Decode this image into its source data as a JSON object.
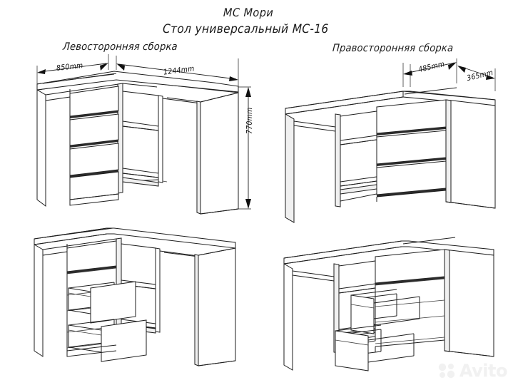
{
  "header": {
    "brand": "MC Мори",
    "product": "Стол универсальный МС-16"
  },
  "variants": {
    "left": "Левосторонняя сборка",
    "right": "Правосторонняя сборка"
  },
  "dimensions": {
    "left_view": {
      "width_side": "850mm",
      "width_main": "1244mm",
      "height": "770mm"
    },
    "right_view": {
      "depth_top": "485mm",
      "depth_side": "365mm"
    }
  },
  "watermark": {
    "text": "Avito",
    "color": "#f1f1f1"
  },
  "drawing": {
    "line_color": "#1d1d1d",
    "background": "#ffffff",
    "views": [
      {
        "id": "top-left",
        "caption": "Левосторонняя сборка",
        "state": "closed-drawers"
      },
      {
        "id": "top-right",
        "caption": "Правосторонняя сборка",
        "state": "closed-drawers"
      },
      {
        "id": "bottom-left",
        "caption": "Левосторонняя сборка",
        "state": "open-drawers"
      },
      {
        "id": "bottom-right",
        "caption": "Правосторонняя сборка",
        "state": "open-drawers"
      }
    ],
    "drawer_count": 3,
    "shelf_count": 2
  }
}
